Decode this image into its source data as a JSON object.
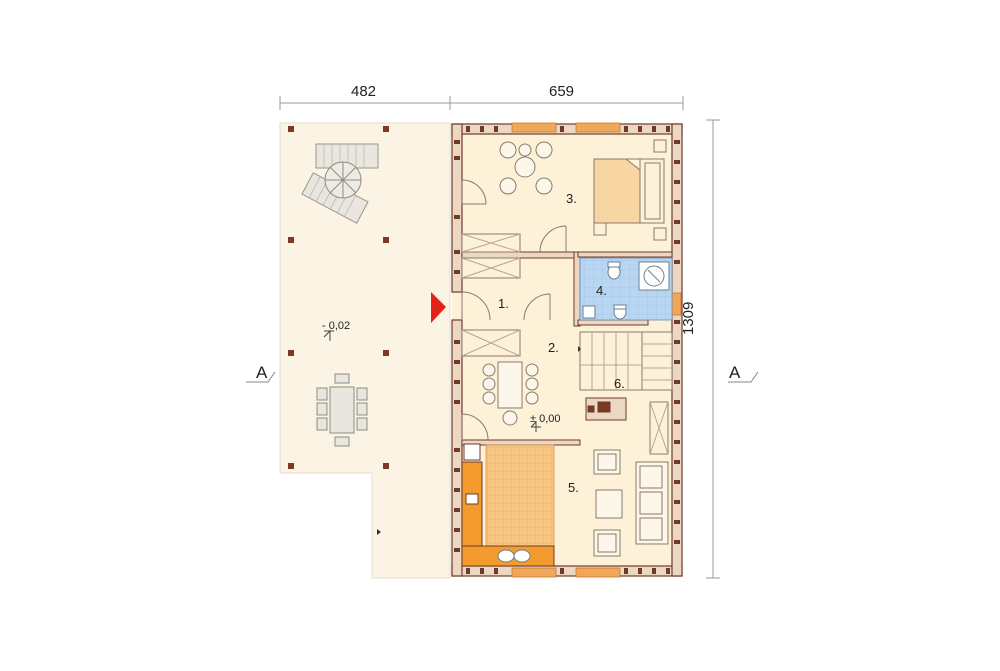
{
  "dimensions": {
    "width_left": "482",
    "width_right": "659",
    "depth": "1309"
  },
  "section_marks": {
    "left": "A",
    "right": "A"
  },
  "rooms": [
    {
      "id": "entry",
      "number": "1."
    },
    {
      "id": "hall",
      "number": "2."
    },
    {
      "id": "bedroom",
      "number": "3."
    },
    {
      "id": "bathroom",
      "number": "4."
    },
    {
      "id": "living",
      "number": "5."
    },
    {
      "id": "stairs",
      "number": "6."
    }
  ],
  "levels": {
    "interior": "± 0,00",
    "terrace": "- 0,02"
  },
  "colors": {
    "floor": "#fdf1d8",
    "terrace": "#fbf4e4",
    "wall": "#c9a98d",
    "wall_dark": "#6e3b2a",
    "window": "#f2a65a",
    "bathroom": "#b8d6f2",
    "kitchen": "#f7c683",
    "counter": "#f39b2e",
    "bed": "#f7d6a4",
    "entrance_arrow": "#e2231a"
  }
}
